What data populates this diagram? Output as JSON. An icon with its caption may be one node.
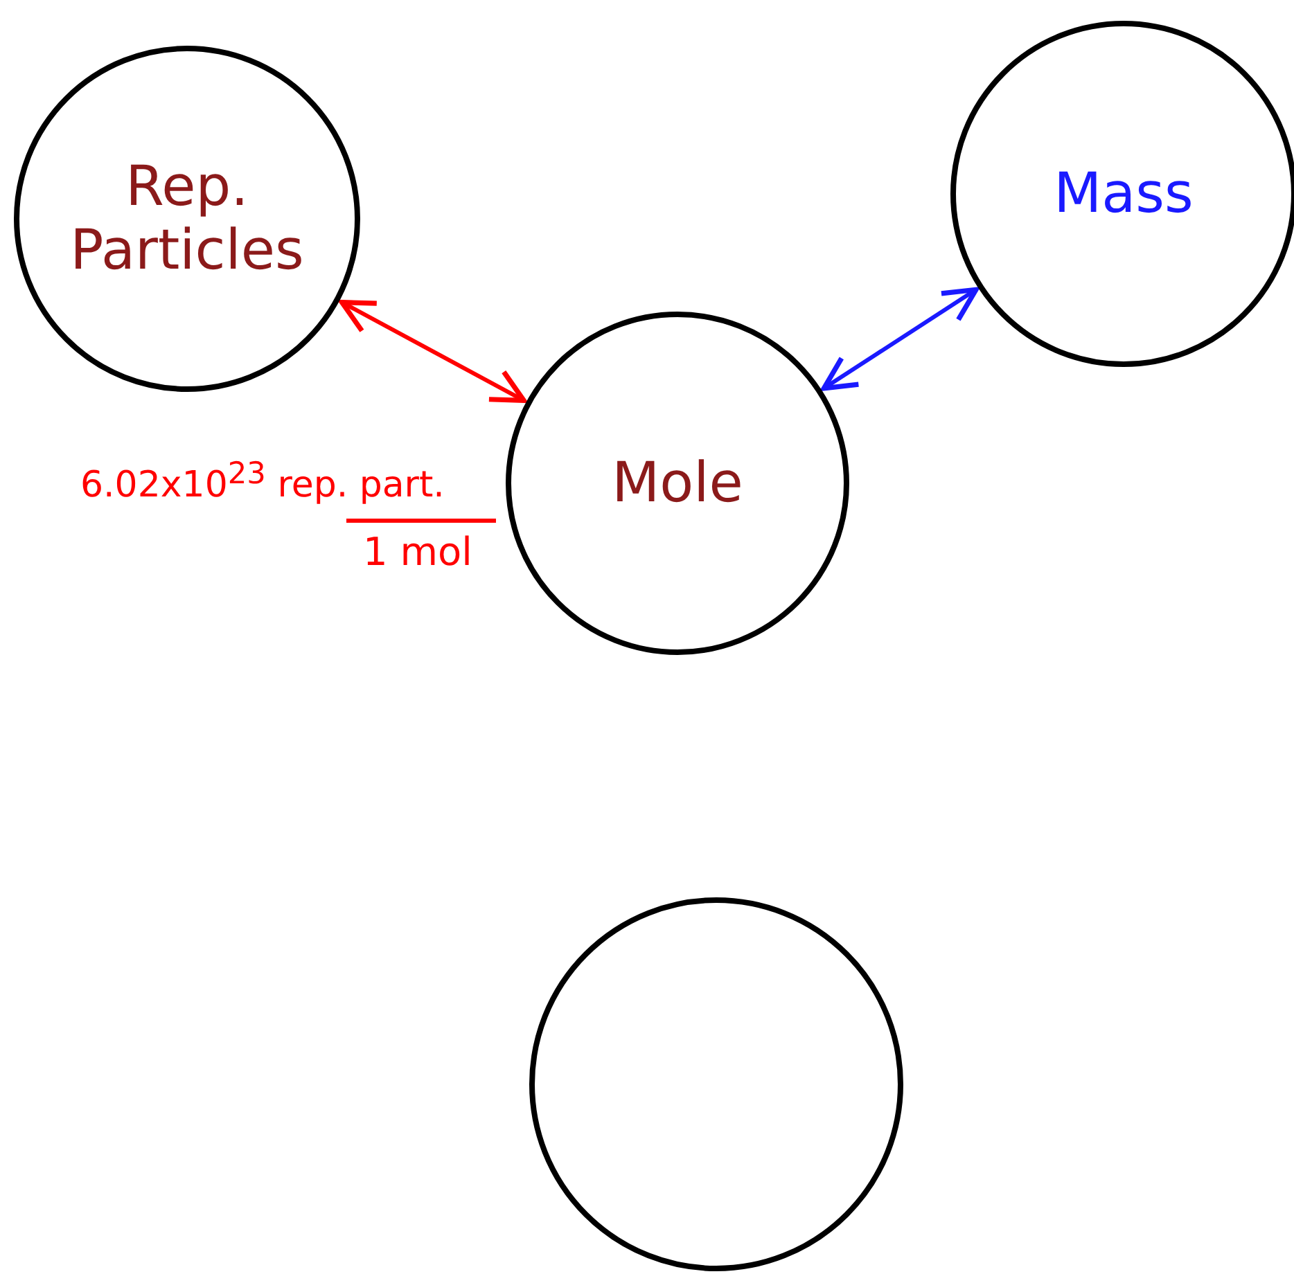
{
  "diagram": {
    "nodes": [
      {
        "text": [
          "Rep. Particles"
        ]
      },
      {
        "text": [
          "Mass"
        ]
      },
      {
        "text": [
          "Mole"
        ]
      },
      {
        "text": [],
        "shape": "circle"
      }
    ],
    "edges": [
      {
        "from": 0,
        "to": 2,
        "arrow": "both",
        "color": "#ff0000",
        "label": "6.02x10$^{23}$ rep. part."
      },
      {
        "from": 1,
        "to": 2,
        "arrow": "both",
        "color": "#1a1aff"
      }
    ],
    "labels": [
      "1 mol"
    ]
  }
}
